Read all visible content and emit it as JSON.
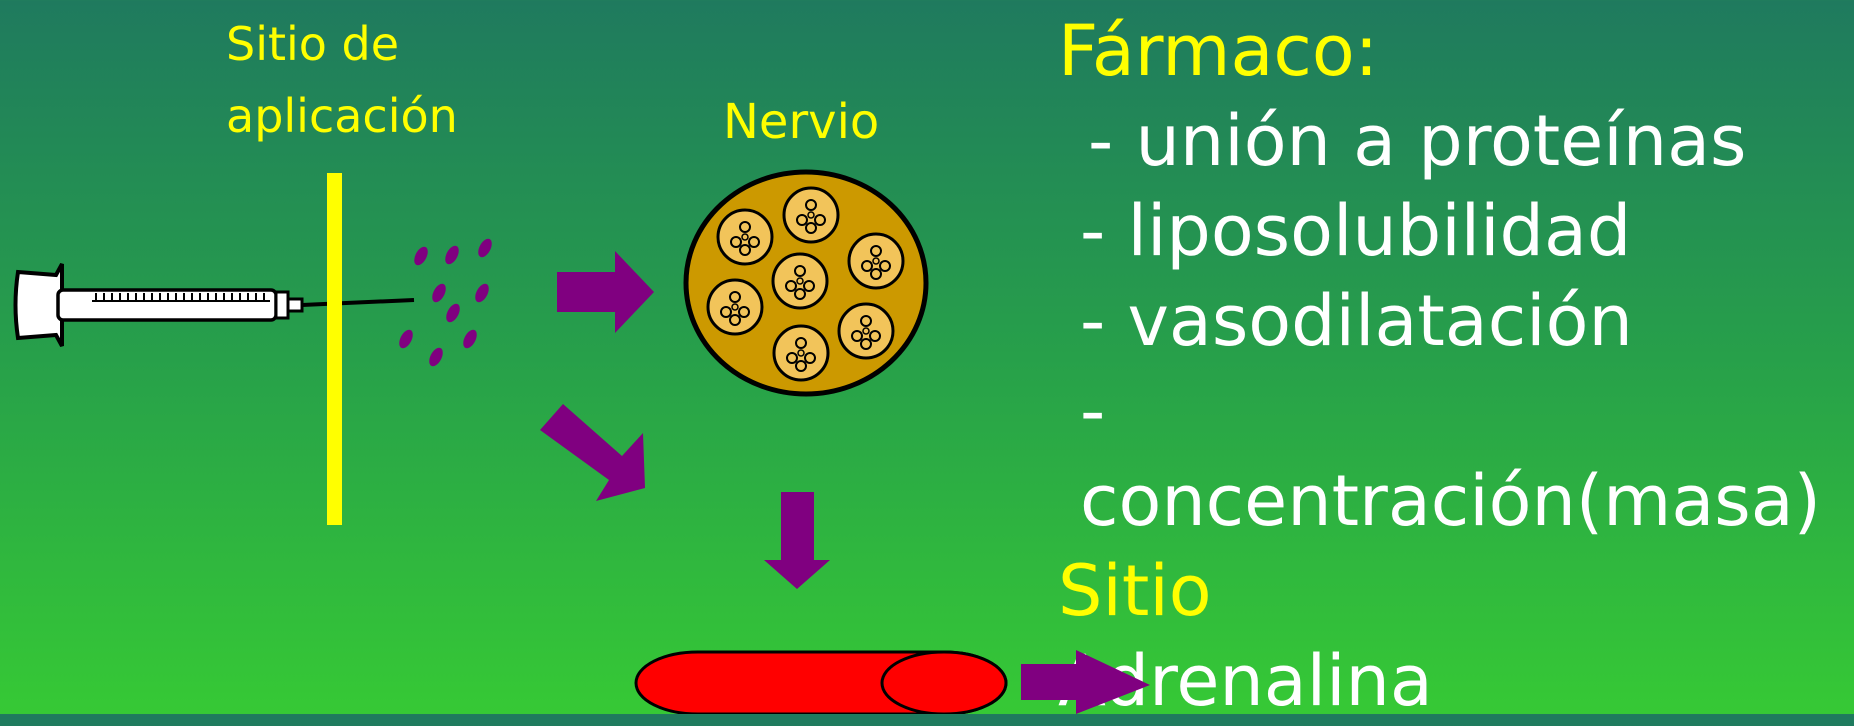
{
  "labels": {
    "site_line1": "Sitio de",
    "site_line2": "aplicación",
    "nerve": "Nervio"
  },
  "factors": {
    "drug_heading": "Fármaco:",
    "drug_items": [
      "- unión a proteínas",
      "- liposolubilidad",
      "- vasodilatación",
      "- concentración(masa)"
    ],
    "site_heading": "Sitio",
    "adrenaline": "Adrenalina"
  },
  "colors": {
    "background_top": "#1f7a5e",
    "background_bottom": "#36c935",
    "highlight_text": "#ffff00",
    "body_text": "#ffffff",
    "arrow": "#800080",
    "nerve_fill": "#cc9900",
    "fascicle_fill": "#f2c45a",
    "vessel": "#ff0000",
    "barrier": "#ffff00"
  },
  "icons": [
    "syringe-icon",
    "drug-droplets",
    "nerve-cross-section",
    "blood-vessel",
    "arrow-icon"
  ]
}
